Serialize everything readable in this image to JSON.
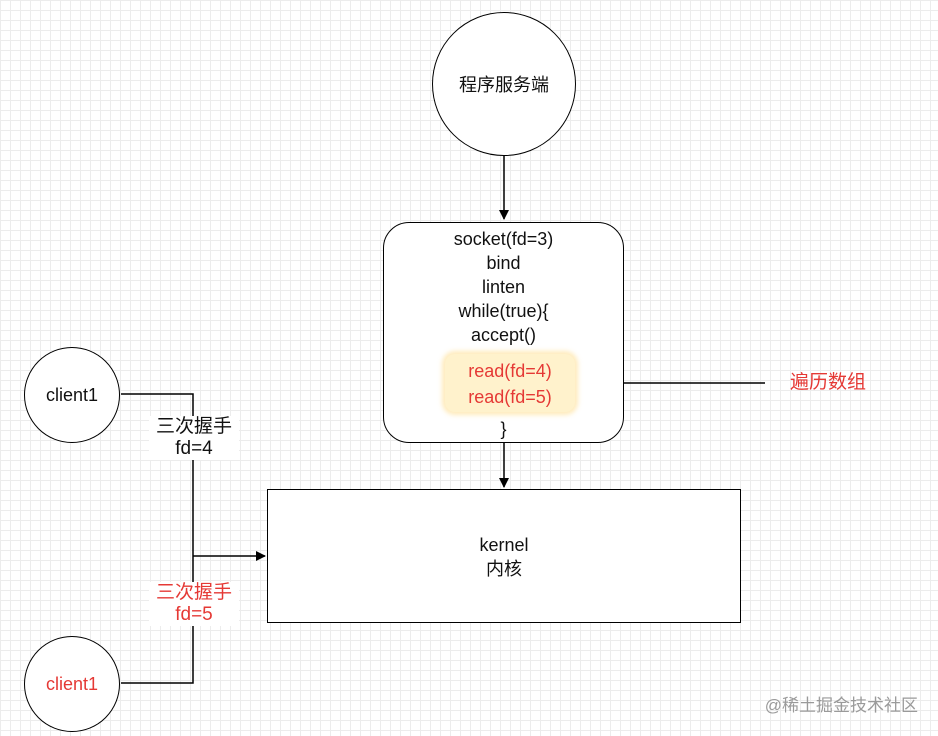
{
  "server": {
    "label": "程序服务端"
  },
  "process": {
    "lines": [
      "socket(fd=3)",
      "bind",
      "linten",
      "while(true){",
      "accept()"
    ],
    "reads": [
      "read(fd=4)",
      "read(fd=5)"
    ],
    "closing": "}"
  },
  "kernel": {
    "line1": "kernel",
    "line2": "内核"
  },
  "traverse_label": "遍历数组",
  "client_top": {
    "label": "client1",
    "handshake": "三次握手",
    "fd": "fd=4"
  },
  "client_bottom": {
    "label": "client1",
    "handshake": "三次握手",
    "fd": "fd=5"
  },
  "watermark": "@稀土掘金技术社区",
  "colors": {
    "highlight_red": "#e53935",
    "read_bg": "#fff2cc",
    "grid": "#ececec"
  }
}
